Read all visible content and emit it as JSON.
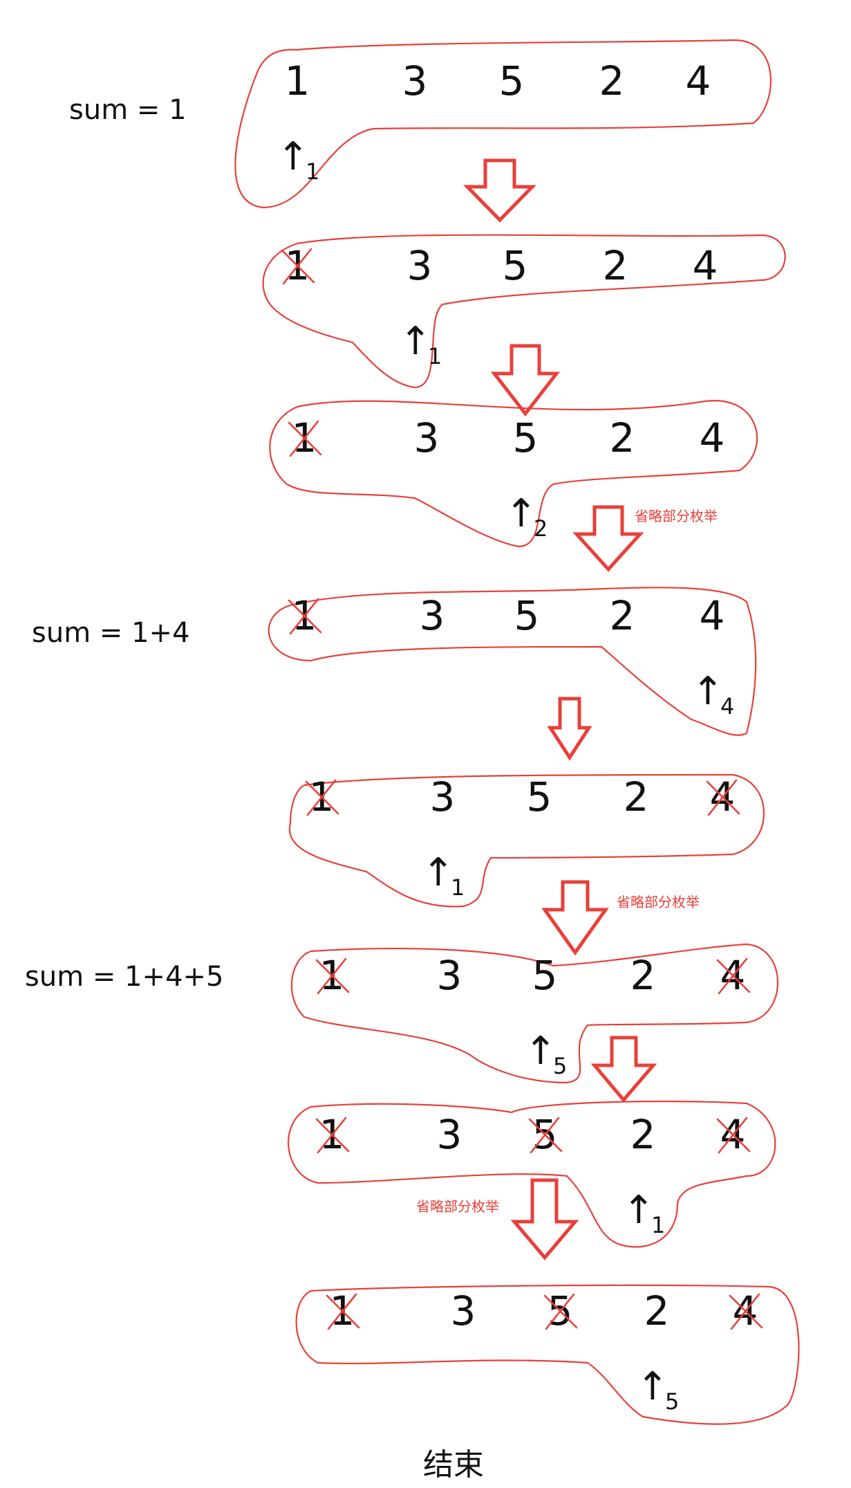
{
  "colors": {
    "accent": "#e8403a",
    "ink": "#111111",
    "background": "#ffffff"
  },
  "sum_labels": [
    "sum = 1",
    "sum = 1+4",
    "sum = 1+4+5"
  ],
  "notes": [
    "省略部分枚举",
    "省略部分枚举",
    "省略部分枚举"
  ],
  "end_label": "结束",
  "rows": [
    {
      "numbers": [
        "1",
        "3",
        "5",
        "2",
        "4"
      ],
      "crossed": [],
      "pointer_col": 0,
      "pointer_sub": "1"
    },
    {
      "numbers": [
        "1",
        "3",
        "5",
        "2",
        "4"
      ],
      "crossed": [
        0
      ],
      "pointer_col": 1,
      "pointer_sub": "1"
    },
    {
      "numbers": [
        "1",
        "3",
        "5",
        "2",
        "4"
      ],
      "crossed": [
        0
      ],
      "pointer_col": 2,
      "pointer_sub": "2"
    },
    {
      "numbers": [
        "1",
        "3",
        "5",
        "2",
        "4"
      ],
      "crossed": [
        0
      ],
      "pointer_col": 4,
      "pointer_sub": "4"
    },
    {
      "numbers": [
        "1",
        "3",
        "5",
        "2",
        "4"
      ],
      "crossed": [
        0,
        4
      ],
      "pointer_col": 1,
      "pointer_sub": "1"
    },
    {
      "numbers": [
        "1",
        "3",
        "5",
        "2",
        "4"
      ],
      "crossed": [
        0,
        4
      ],
      "pointer_col": 2,
      "pointer_sub": "5"
    },
    {
      "numbers": [
        "1",
        "3",
        "5",
        "2",
        "4"
      ],
      "crossed": [
        0,
        2,
        4
      ],
      "pointer_col": 3,
      "pointer_sub": "1"
    },
    {
      "numbers": [
        "1",
        "3",
        "5",
        "2",
        "4"
      ],
      "crossed": [
        0,
        2,
        4
      ],
      "pointer_col": 3,
      "pointer_sub": "5"
    }
  ]
}
